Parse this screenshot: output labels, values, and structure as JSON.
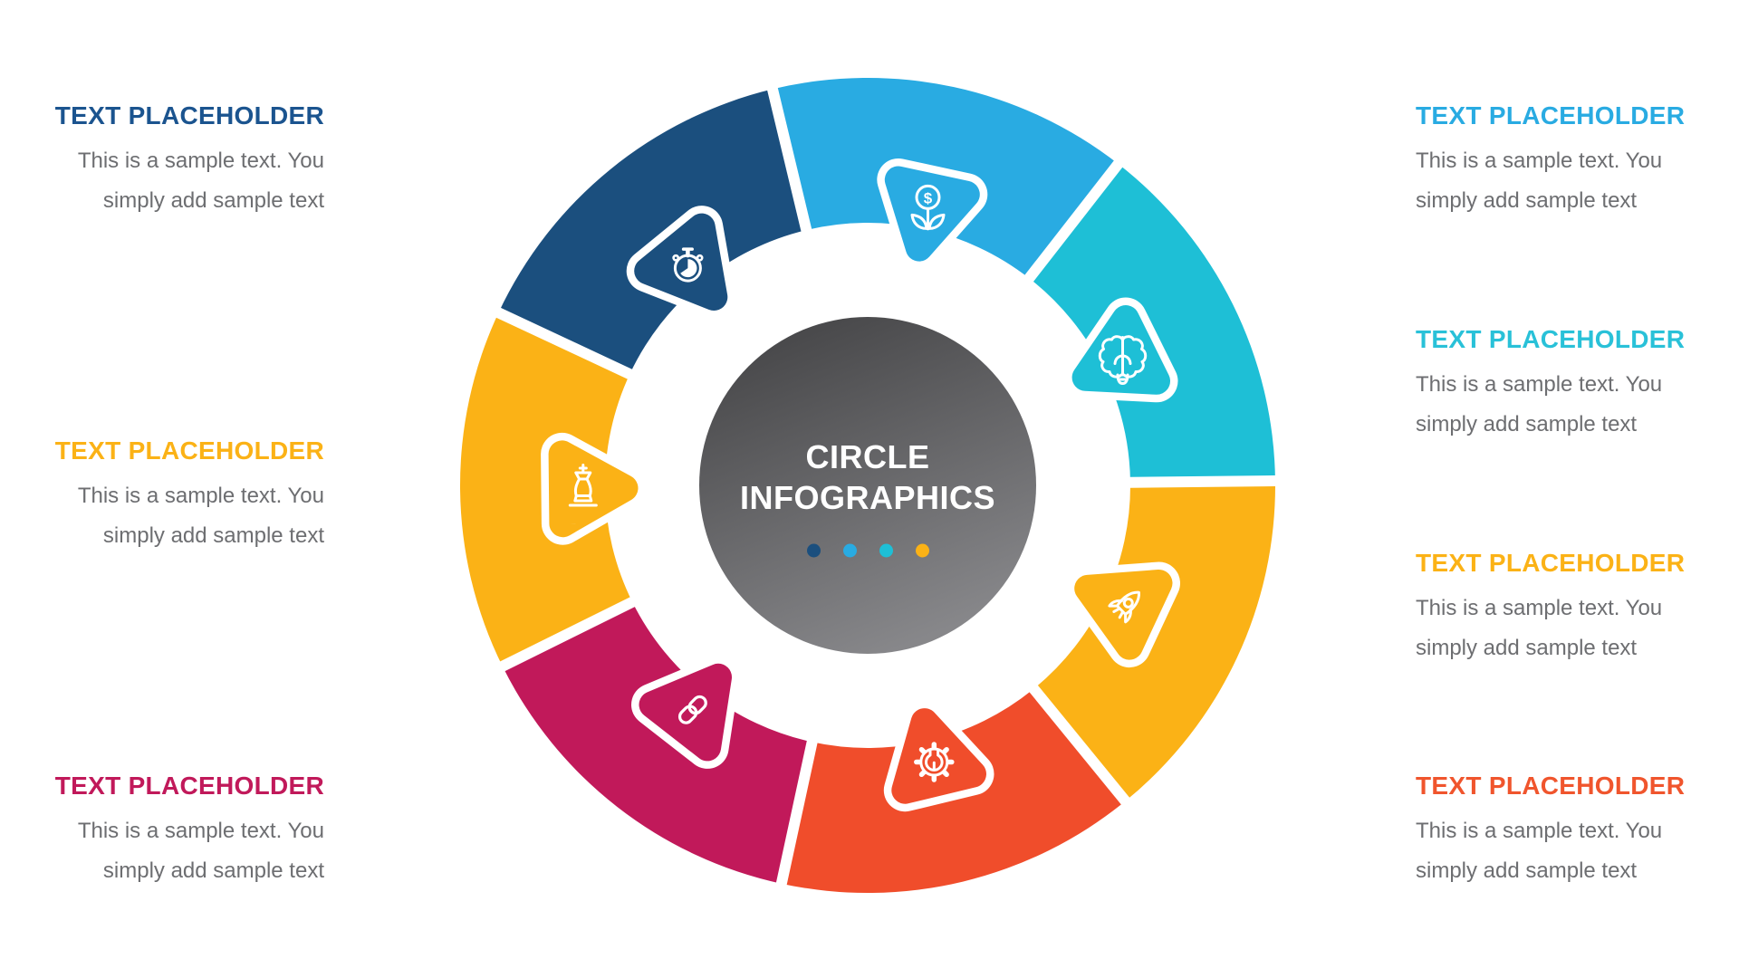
{
  "background": "#FFFFFF",
  "center": {
    "title_line1": "CIRCLE",
    "title_line2": "INFOGRAPHICS",
    "dot_colors": [
      "#1B4F7E",
      "#29ABE2",
      "#1EBFD6",
      "#FBB216"
    ]
  },
  "wheel": {
    "segments": [
      {
        "color": "#29ABE2",
        "icon": "money-growth-icon"
      },
      {
        "color": "#1EBFD6",
        "icon": "brain-icon"
      },
      {
        "color": "#FBB216",
        "icon": "rocket-icon"
      },
      {
        "color": "#F04D2B",
        "icon": "gear-wrench-icon"
      },
      {
        "color": "#C1195A",
        "icon": "chain-link-icon"
      },
      {
        "color": "#FBB216",
        "icon": "chess-king-icon"
      },
      {
        "color": "#1B4F7E",
        "icon": "stopwatch-icon"
      }
    ]
  },
  "text_blocks": {
    "left": [
      {
        "heading": "TEXT PLACEHOLDER",
        "heading_color": "#1B548F",
        "body": [
          "This is a sample text. You",
          "simply add sample text"
        ]
      },
      {
        "heading": "TEXT PLACEHOLDER",
        "heading_color": "#FBB216",
        "body": [
          "This is a sample text. You",
          "simply add sample text"
        ]
      },
      {
        "heading": "TEXT PLACEHOLDER",
        "heading_color": "#C1195A",
        "body": [
          "This is a sample text. You",
          "simply add sample text"
        ]
      }
    ],
    "right": [
      {
        "heading": "TEXT PLACEHOLDER",
        "heading_color": "#29ABE2",
        "body": [
          "This is a sample text. You",
          "simply add sample text"
        ]
      },
      {
        "heading": "TEXT PLACEHOLDER",
        "heading_color": "#29C1D8",
        "body": [
          "This is a sample text. You",
          "simply add sample text"
        ]
      },
      {
        "heading": "TEXT PLACEHOLDER",
        "heading_color": "#FBB216",
        "body": [
          "This is a sample text. You",
          "simply add sample text"
        ]
      },
      {
        "heading": "TEXT PLACEHOLDER",
        "heading_color": "#F0552D",
        "body": [
          "This is a sample text. You",
          "simply add sample text"
        ]
      }
    ]
  },
  "body_text_color": "#6D6E71"
}
